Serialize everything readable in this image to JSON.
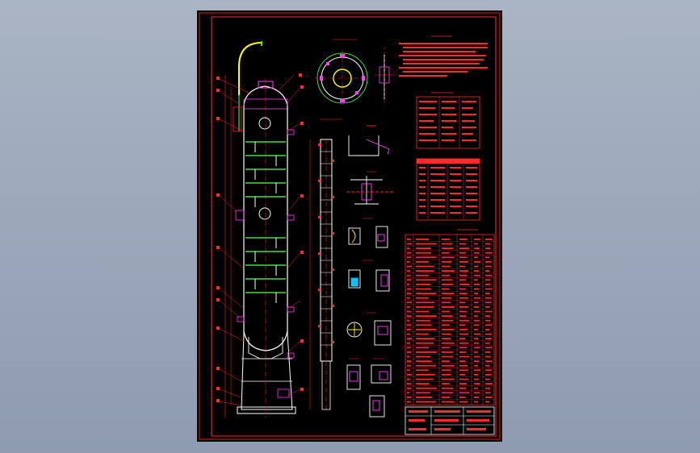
{
  "viewport": {
    "background": "#9aa6b8"
  },
  "drawing": {
    "background": "#000000",
    "frame_color": "#e02020",
    "line_colors": {
      "vessel": "#ffffff",
      "dimensions": "#ff2a2a",
      "nozzles": "#ff40ff",
      "pipe": "#ffff00",
      "centerline": "#ff2020",
      "accent": "#00c8ff",
      "green": "#40e040"
    },
    "views": [
      "column-elevation",
      "top-plan-view",
      "clip-detail",
      "downcomer-elevation",
      "section-details",
      "technical-requirements-notes",
      "design-data-table",
      "nozzle-table",
      "bill-of-materials",
      "title-block"
    ]
  }
}
